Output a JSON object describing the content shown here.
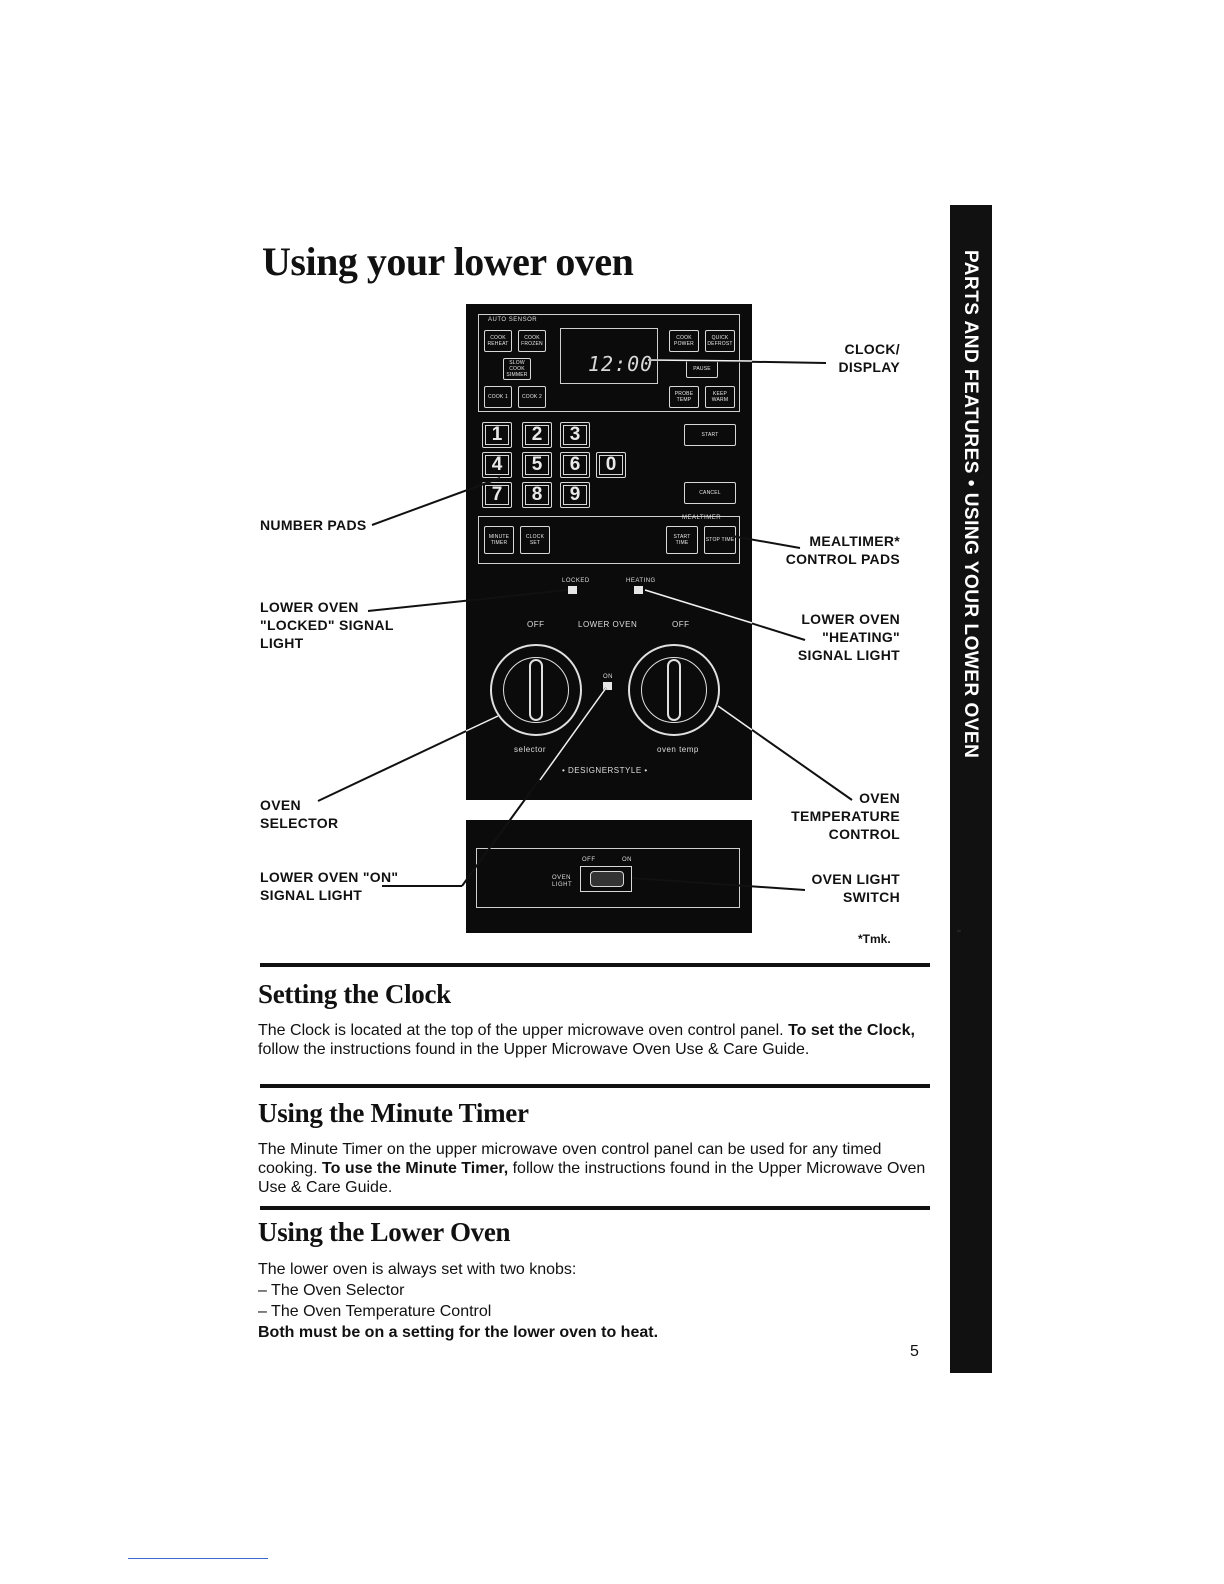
{
  "title": "Using your lower oven",
  "side_tab": "PARTS AND FEATURES • USING YOUR LOWER OVEN",
  "diagram": {
    "callouts": {
      "clock_display_1": "CLOCK/",
      "clock_display_2": "DISPLAY",
      "number_pads": "NUMBER PADS",
      "mealtimer_1": "MEALTIMER*",
      "mealtimer_2": "CONTROL PADS",
      "locked_1": "LOWER OVEN",
      "locked_2": "\"LOCKED\" SIGNAL",
      "locked_3": "LIGHT",
      "heating_1": "LOWER OVEN",
      "heating_2": "\"HEATING\"",
      "heating_3": "SIGNAL LIGHT",
      "selector_1": "OVEN",
      "selector_2": "SELECTOR",
      "temp_1": "OVEN",
      "temp_2": "TEMPERATURE",
      "temp_3": "CONTROL",
      "on_light_1": "LOWER OVEN \"ON\"",
      "on_light_2": "SIGNAL LIGHT",
      "light_switch_1": "OVEN LIGHT",
      "light_switch_2": "SWITCH",
      "tmk": "*Tmk."
    },
    "panel": {
      "auto_sensor": "AUTO SENSOR",
      "display": "12:00",
      "cook_reheat": "COOK REHEAT",
      "cook_frozen": "COOK FROZEN",
      "slow_cook": "SLOW COOK SIMMER",
      "cook_1": "COOK 1",
      "cook_2": "COOK 2",
      "cook_power": "COOK POWER",
      "quick_defrost": "QUICK DEFROST",
      "pause": "PAUSE",
      "probe_temp": "PROBE TEMP",
      "keep_warm": "KEEP WARM",
      "start": "START",
      "cancel": "CANCEL",
      "numbers": [
        "1",
        "2",
        "3",
        "4",
        "5",
        "6",
        "0",
        "7",
        "8",
        "9"
      ],
      "minute_timer": "MINUTE TIMER",
      "clock_set": "CLOCK SET",
      "mealtimer": "MEALTIMER",
      "start_time": "START TIME",
      "stop_time": "STOP TIME",
      "locked": "LOCKED",
      "heating": "HEATING",
      "off_left": "OFF",
      "lower_oven": "LOWER OVEN",
      "off_right": "OFF",
      "on": "ON",
      "selector": "selector",
      "oven_temp": "oven temp",
      "brand": "• DESIGNERSTYLE •",
      "switch_off": "OFF",
      "switch_on": "ON",
      "oven_light": "OVEN LIGHT"
    }
  },
  "sections": [
    {
      "heading": "Setting the Clock",
      "text_1": "The Clock is located at the top of the upper microwave oven control panel. ",
      "bold_1": "To set the Clock,",
      "text_2": " follow the instructions found in the Upper Microwave Oven Use & Care Guide."
    },
    {
      "heading": "Using the Minute Timer",
      "text_1": "The Minute Timer on the upper microwave oven control panel can be used for any timed cooking. ",
      "bold_1": "To use the Minute Timer,",
      "text_2": " follow the instructions found in the Upper Microwave Oven Use & Care Guide."
    },
    {
      "heading": "Using the Lower Oven",
      "line_1": "The lower oven is always set with two knobs:",
      "line_2": "– The Oven Selector",
      "line_3": "– The Oven Temperature Control",
      "bold_line": "Both must be on a setting for the lower oven to heat."
    }
  ],
  "page_number": "5"
}
